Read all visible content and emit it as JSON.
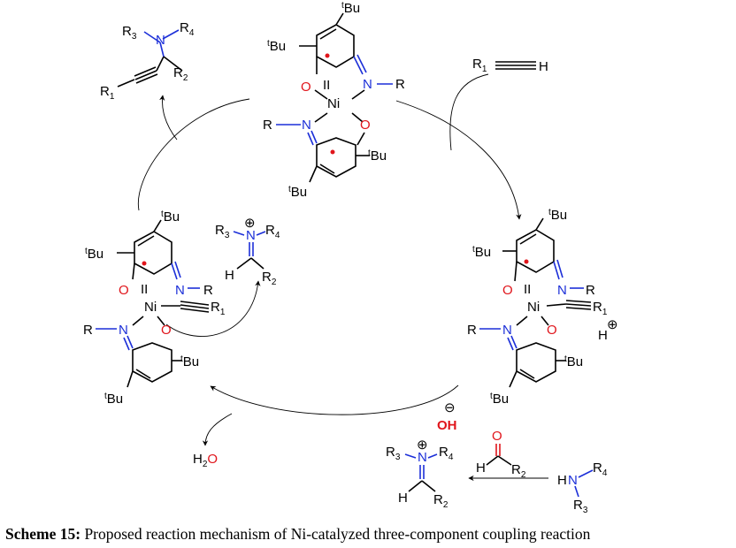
{
  "caption": {
    "label": "Scheme 15:",
    "text": "Proposed reaction mechanism of Ni-catalyzed three-component coupling reaction"
  },
  "labels": {
    "tBu": "Bu",
    "t": "t",
    "O": "O",
    "N": "N",
    "Ni": "Ni",
    "II": "II",
    "R": "R",
    "R1": "R",
    "sub1": "1",
    "sub2": "2",
    "sub3": "3",
    "sub4": "4",
    "H": "H",
    "OH": "OH",
    "H2O_H": "H",
    "H2O_2": "2",
    "H2O_O": "O",
    "plus": "⊕",
    "minus": "⊖"
  },
  "colors": {
    "nitrogen": "#1c2fd8",
    "oxygen": "#e0151b",
    "bond": "#000000"
  }
}
